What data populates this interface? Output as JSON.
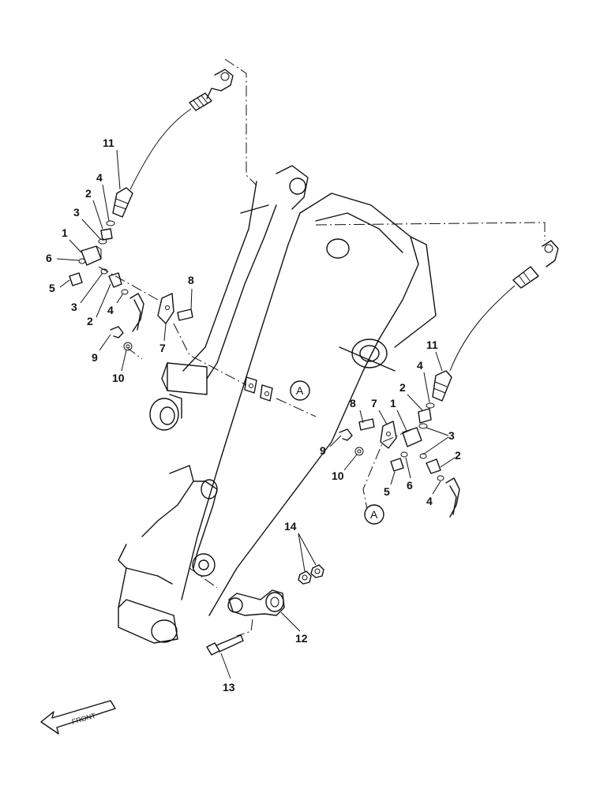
{
  "diagram": {
    "labels_left": [
      "11",
      "4",
      "2",
      "3",
      "1",
      "6",
      "5",
      "3",
      "2",
      "4",
      "8",
      "7",
      "9",
      "10"
    ],
    "labels_right": [
      "11",
      "4",
      "2",
      "8",
      "7",
      "1",
      "3",
      "9",
      "10",
      "5",
      "6",
      "2",
      "4"
    ],
    "labels_bottom": [
      "14",
      "12",
      "13"
    ],
    "callout_a_top": "A",
    "callout_a_right": "A",
    "front_arrow": "FRONT"
  }
}
